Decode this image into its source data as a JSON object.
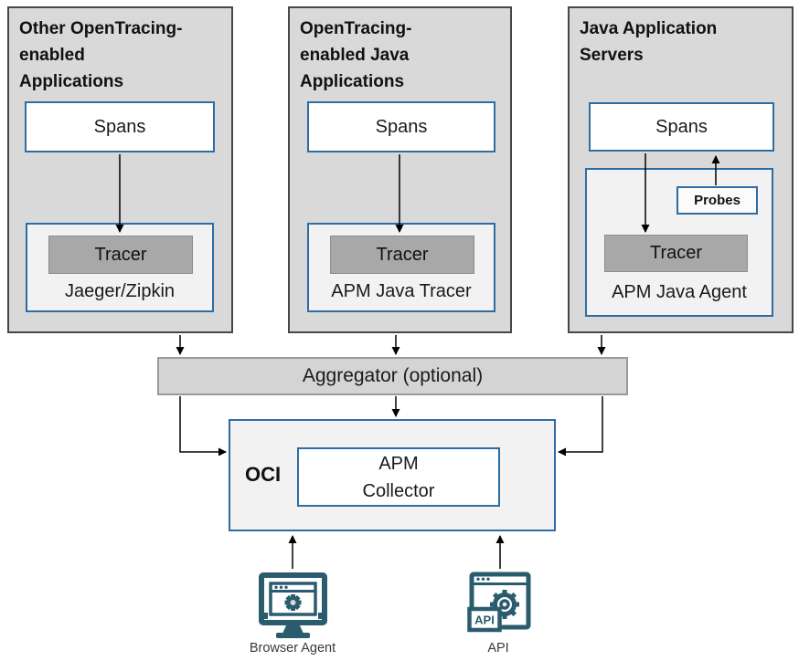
{
  "diagram": {
    "columns": [
      {
        "title": "Other OpenTracing-\nenabled\nApplications",
        "spans": "Spans",
        "tracer": "Tracer",
        "tracer_caption": "Jaeger/Zipkin"
      },
      {
        "title": "OpenTracing-\nenabled Java\nApplications",
        "spans": "Spans",
        "tracer": "Tracer",
        "tracer_caption": "APM Java Tracer"
      },
      {
        "title": "Java Application\nServers",
        "spans": "Spans",
        "tracer": "Tracer",
        "tracer_caption": "APM Java Agent",
        "probes": "Probes"
      }
    ],
    "aggregator_label": "Aggregator (optional)",
    "oci": {
      "label": "OCI",
      "collector": "APM\nCollector"
    },
    "sources": {
      "browser_agent_label": "Browser Agent",
      "api_label": "API",
      "api_badge": "API"
    },
    "colors": {
      "column_fill": "#d9d9d9",
      "column_border": "#474747",
      "blue_border": "#2e6da4",
      "tracer_fill": "#a8a8a8",
      "panel_fill": "#f2f2f2",
      "aggregator_fill": "#d4d4d4",
      "icon_teal": "#2a5c6e",
      "arrow_color": "#000000"
    }
  }
}
